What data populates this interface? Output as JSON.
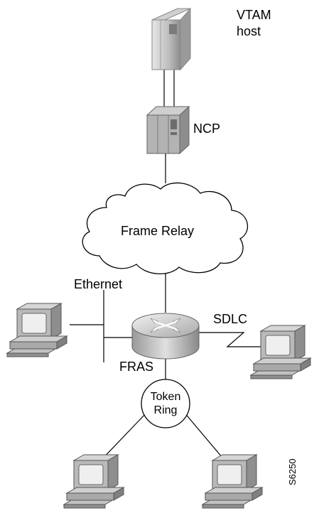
{
  "labels": {
    "vtam_line1": "VTAM",
    "vtam_line2": "host",
    "ncp": "NCP",
    "frame_relay": "Frame Relay",
    "ethernet": "Ethernet",
    "sdlc": "SDLC",
    "fras": "FRAS",
    "token_line1": "Token",
    "token_line2": "Ring",
    "figure_id": "S6250"
  },
  "colors": {
    "line": "#000000",
    "device_gray": "#b8b8b8",
    "device_dark": "#8a8a8a",
    "screen": "#d8d8d8",
    "router": "#c8c8c8"
  }
}
